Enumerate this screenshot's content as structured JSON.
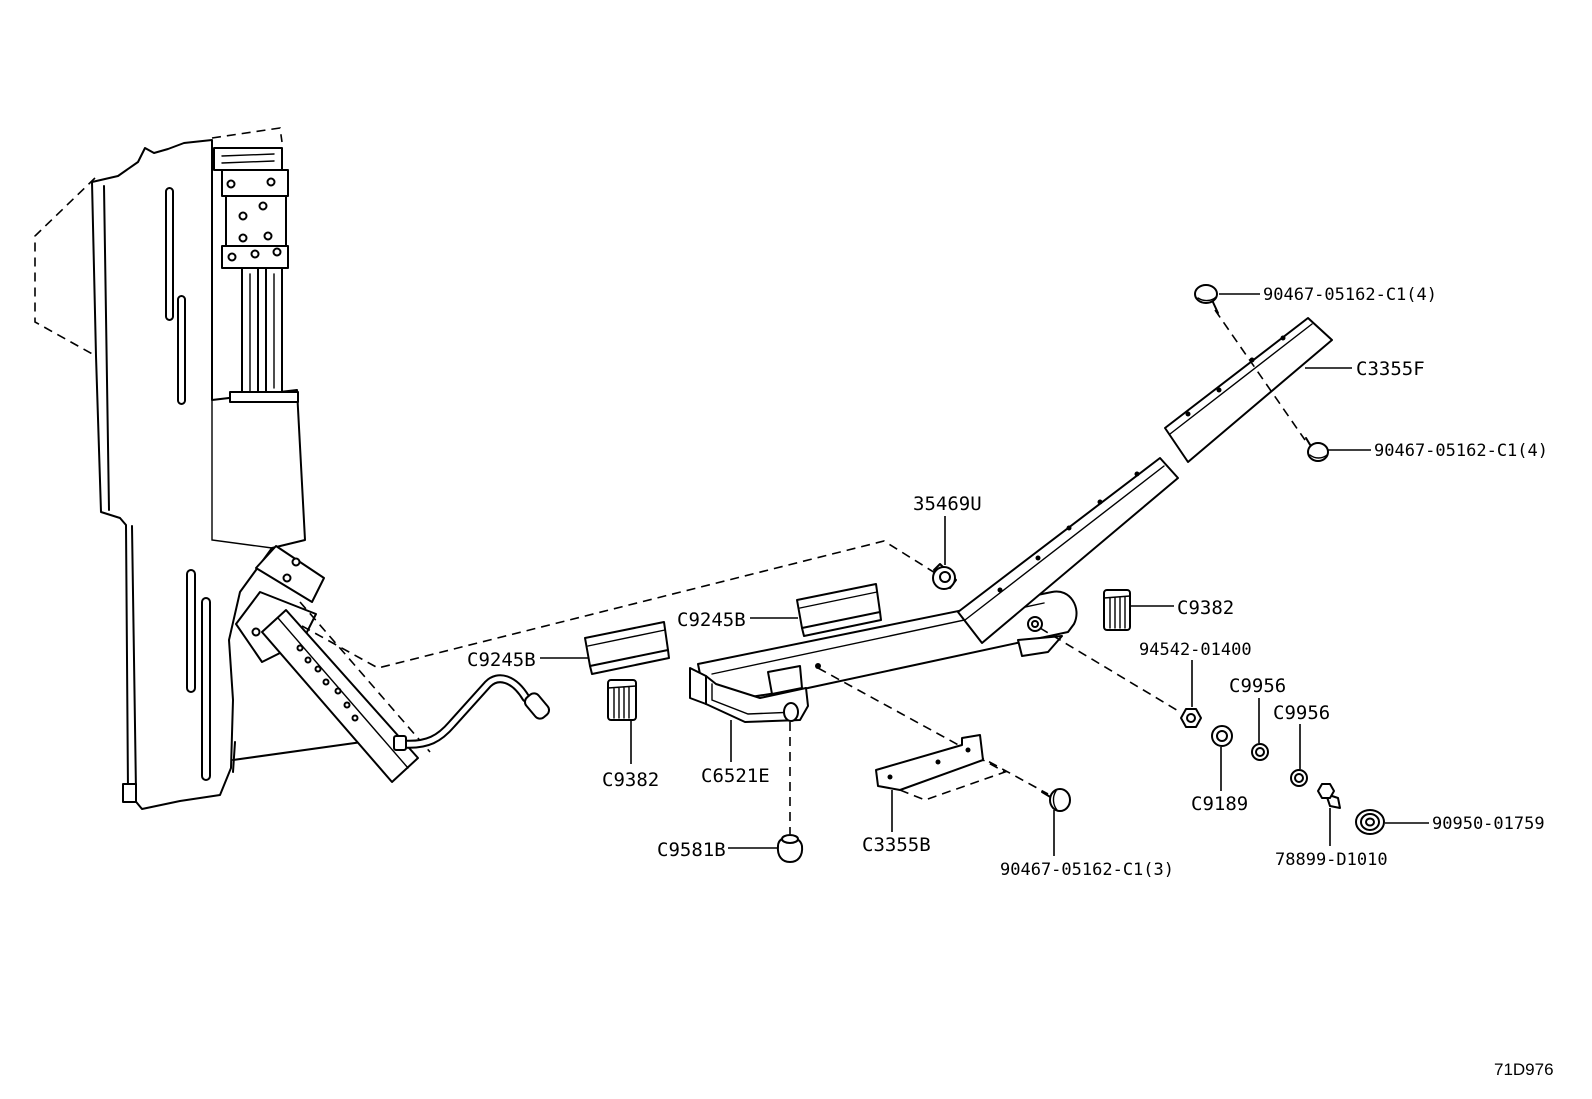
{
  "diagram": {
    "code": "71D976",
    "line_color": "#000000",
    "background_color": "#ffffff"
  },
  "callouts": [
    {
      "part_number": "90467-05162-C1(4)"
    },
    {
      "part_number": "C3355F"
    },
    {
      "part_number": "90467-05162-C1(4)"
    },
    {
      "part_number": "35469U"
    },
    {
      "part_number": "C9382"
    },
    {
      "part_number": "C9245B"
    },
    {
      "part_number": "C9245B"
    },
    {
      "part_number": "94542-01400"
    },
    {
      "part_number": "C9956"
    },
    {
      "part_number": "C9956"
    },
    {
      "part_number": "C9382"
    },
    {
      "part_number": "C6521E"
    },
    {
      "part_number": "C9189"
    },
    {
      "part_number": "90950-01759"
    },
    {
      "part_number": "C9581B"
    },
    {
      "part_number": "C3355B"
    },
    {
      "part_number": "78899-D1010"
    },
    {
      "part_number": "90467-05162-C1(3)"
    }
  ]
}
